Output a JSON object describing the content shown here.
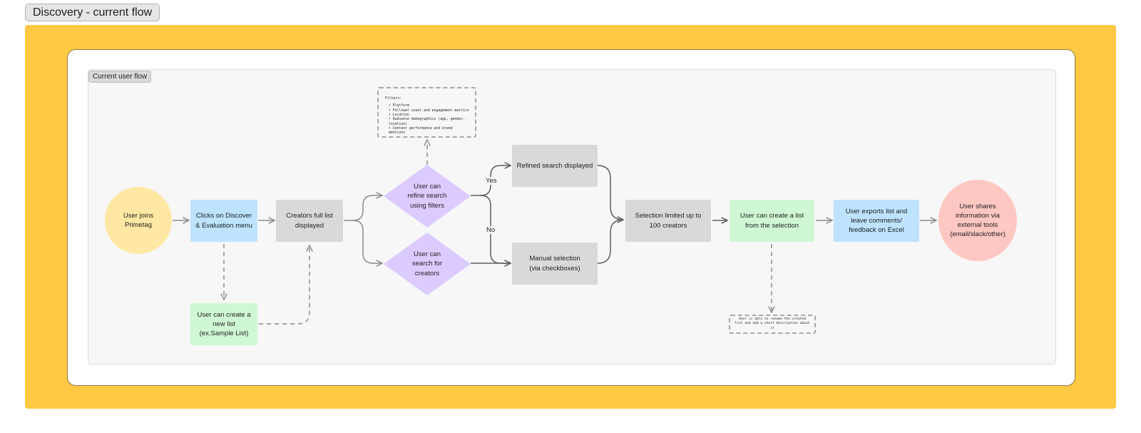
{
  "section": {
    "title": "Discovery - current flow"
  },
  "flow": {
    "label": "Current user flow"
  },
  "colors": {
    "section_bg": "#ffc943",
    "card_bg": "#ffffff",
    "flow_bg": "#f7f7f7",
    "start_node": "#ffe8a3",
    "blue_node": "#bde3ff",
    "grey_node": "#d9d9d9",
    "green_node": "#cff7d3",
    "purple_diamond": "#dccbff",
    "end_node": "#ffc7c2",
    "connector": "#8c8c8c"
  },
  "nodes": {
    "user_joins": "User joins\nPrimetag",
    "clicks_discover": "Clicks on Discover\n& Evaluation menu",
    "creators_full_list": "Creators full list\ndisplayed",
    "create_new_list": "User can create a\nnew list\n(ex.Sample List)",
    "refine_search": "User can\nrefine search\nusing filters",
    "search_creators": "User can\nsearch for\ncreators",
    "refined_search_displayed": "Refined search displayed",
    "manual_selection": "Manual selection\n(via checkboxes)",
    "selection_limited": "Selection limited up to\n100 creators",
    "create_list_from_selection": "User can create a list\nfrom the selection",
    "exports_list": "User exports list and\nleave comments/\nfeedback on Excel",
    "shares_information": "User shares\ninformation via\nexternal tools\n(email/slack/other)"
  },
  "edge_labels": {
    "yes": "Yes",
    "no": "No"
  },
  "notes": {
    "filters_title": "Filters:",
    "filters_items": [
      "Platform",
      "Follower count and engagement metrics",
      "Location",
      "Audience demographics (age, gender, location)",
      "Content performance and brand mentions"
    ],
    "rename_note": "User is able to rename the created list and add a short description about it"
  }
}
